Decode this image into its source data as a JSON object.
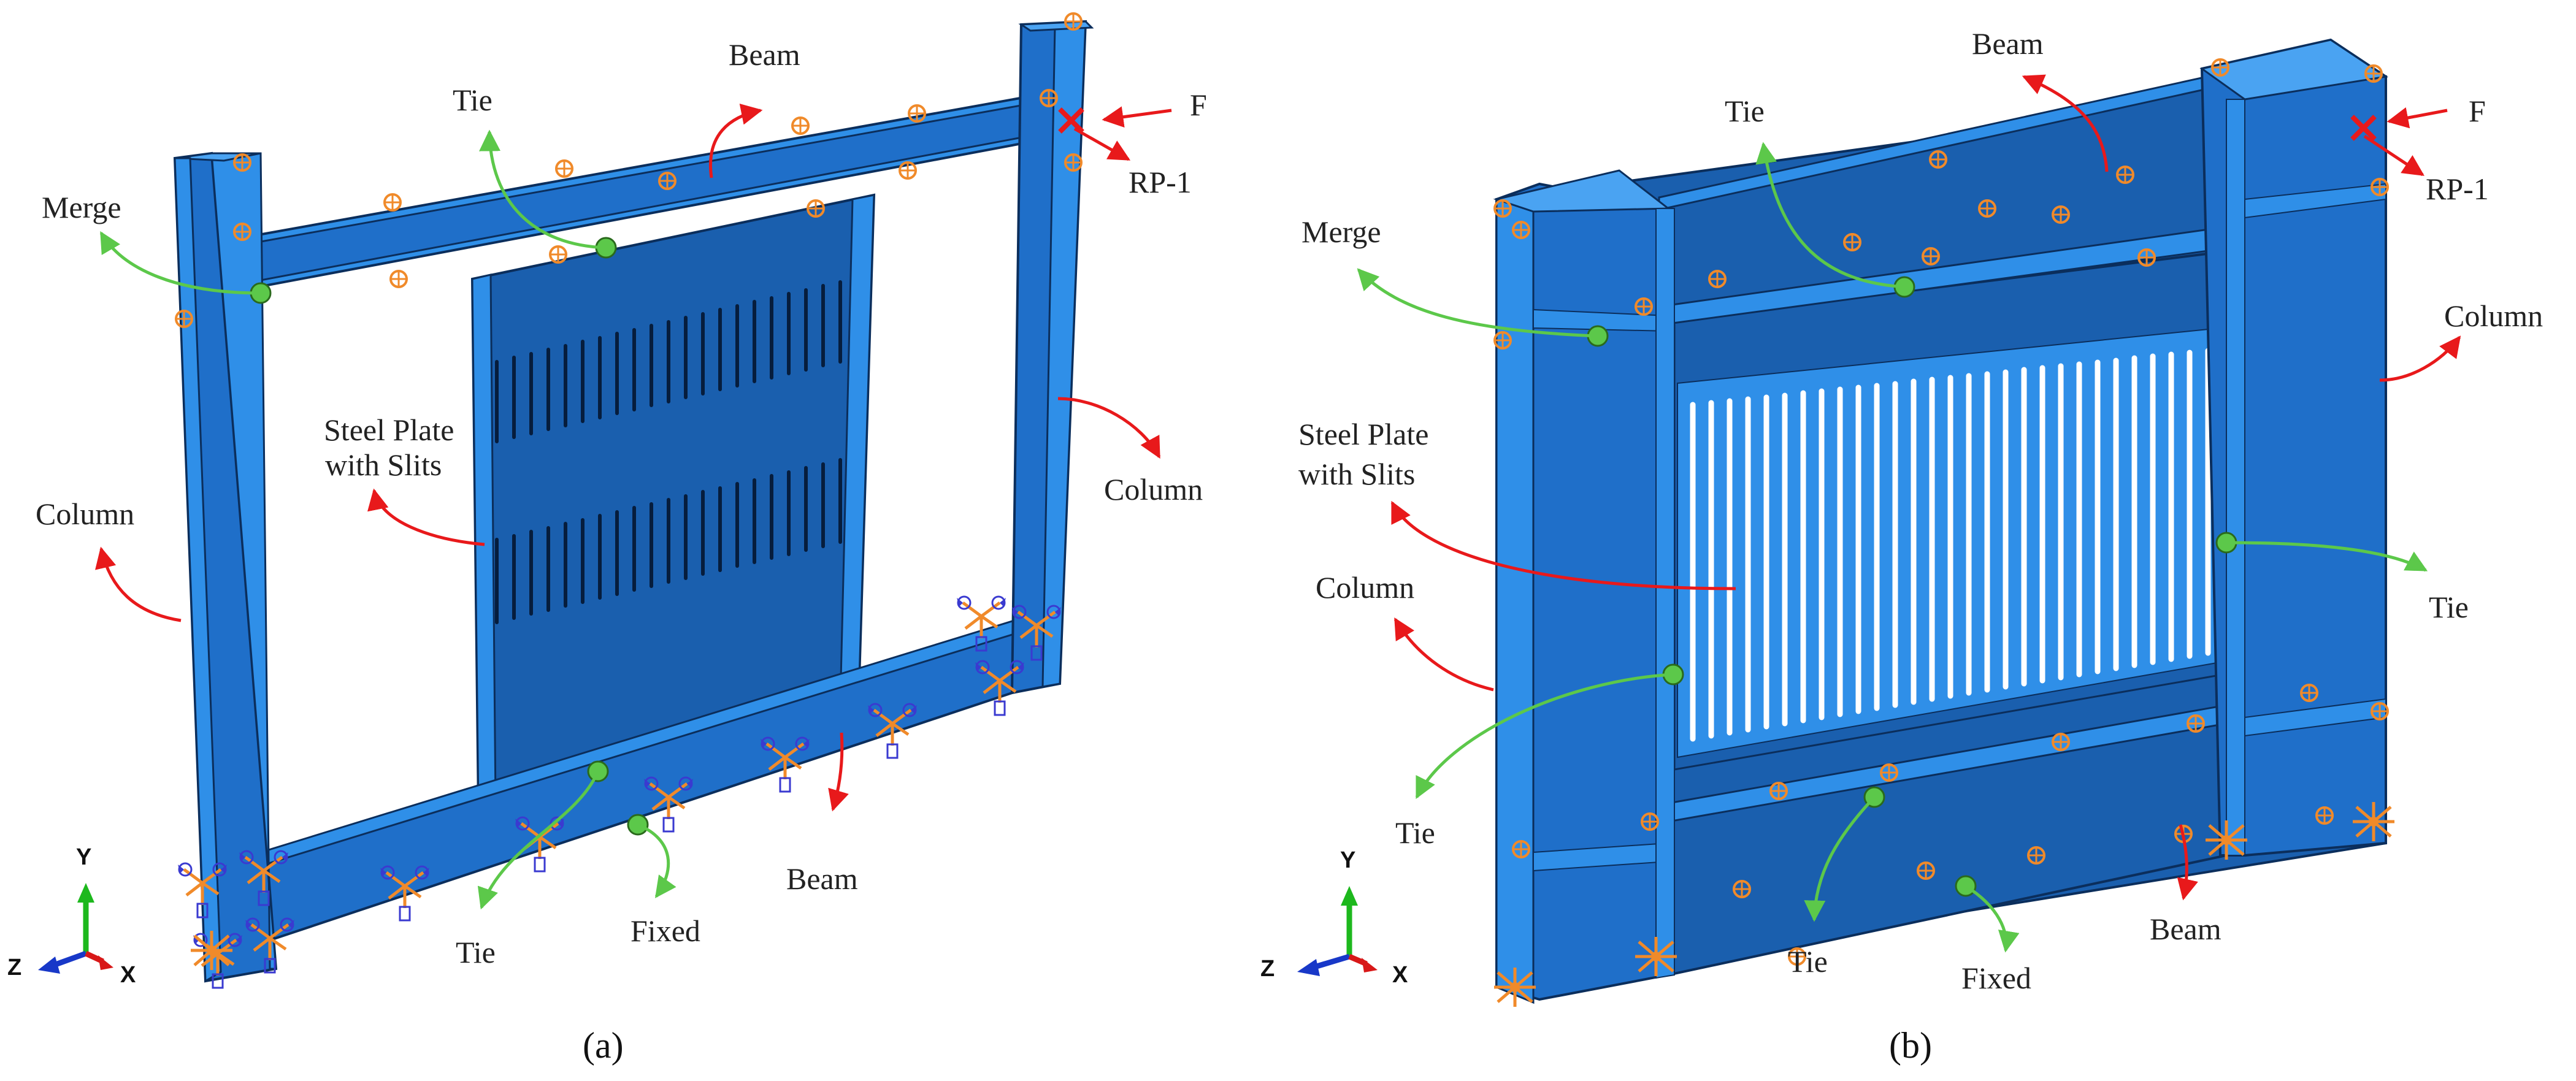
{
  "colors": {
    "steel_light": "#2f8fe8",
    "steel_mid": "#1f6fc9",
    "steel_dark": "#1456a8",
    "plate": "#1a5fae",
    "edge": "#0b2e5c",
    "callout_red": "#e8191b",
    "callout_green": "#5cc84a",
    "boundary_orange": "#f08a2a",
    "boundary_blue": "#3a3ad0",
    "axis_y": "#1db81d",
    "axis_z": "#1838c8",
    "axis_x": "#d81818"
  },
  "panel_a": {
    "caption": "(a)",
    "labels": {
      "beam_top": "Beam",
      "tie_top": "Tie",
      "f": "F",
      "rp": "RP-1",
      "merge": "Merge",
      "plate_line1": "Steel Plate",
      "plate_line2": "with Slits",
      "column_left": "Column",
      "column_right": "Column",
      "tie_bottom": "Tie",
      "fixed": "Fixed",
      "beam_bottom": "Beam"
    },
    "axes": {
      "y": "Y",
      "z": "Z",
      "x": "X"
    }
  },
  "panel_b": {
    "caption": "(b)",
    "labels": {
      "beam_top": "Beam",
      "tie_top": "Tie",
      "f": "F",
      "rp": "RP-1",
      "merge": "Merge",
      "column_right": "Column",
      "plate_line1": "Steel Plate",
      "plate_line2": "with Slits",
      "column_left": "Column",
      "tie_right": "Tie",
      "tie_left": "Tie",
      "tie_bottom": "Tie",
      "fixed": "Fixed",
      "beam_bottom": "Beam"
    },
    "axes": {
      "y": "Y",
      "z": "Z",
      "x": "X"
    }
  }
}
